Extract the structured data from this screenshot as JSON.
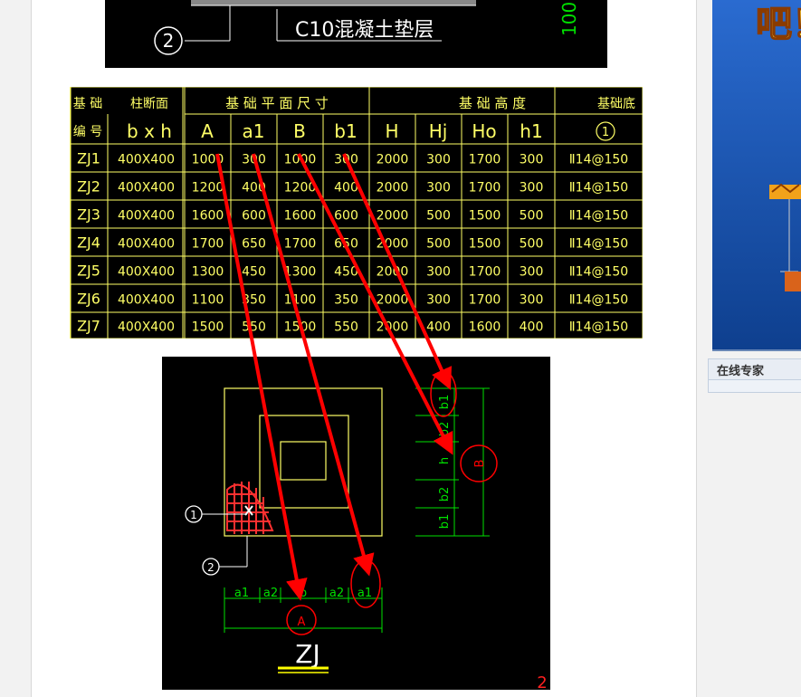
{
  "top_drawing": {
    "marker": "2",
    "label": "C10混凝土垫层",
    "dimension": "100"
  },
  "table": {
    "group_headers": {
      "foundation": "基 础",
      "column_section": "柱断面",
      "plan_size": "基 础 平 面 尺 寸",
      "height": "基 础 高 度",
      "bottom": "基础底"
    },
    "sub_headers": {
      "number": "编 号",
      "bxh": "b x h",
      "A": "A",
      "a1": "a1",
      "B": "B",
      "b1": "b1",
      "H": "H",
      "Hj": "Hj",
      "Ho": "Ho",
      "h1": "h1",
      "circle1": "1"
    },
    "rows": [
      [
        "ZJ1",
        "400X400",
        "1000",
        "300",
        "1000",
        "300",
        "2000",
        "300",
        "1700",
        "300",
        "Ⅱ14@150"
      ],
      [
        "ZJ2",
        "400X400",
        "1200",
        "400",
        "1200",
        "400",
        "2000",
        "300",
        "1700",
        "300",
        "Ⅱ14@150"
      ],
      [
        "ZJ3",
        "400X400",
        "1600",
        "600",
        "1600",
        "600",
        "2000",
        "500",
        "1500",
        "500",
        "Ⅱ14@150"
      ],
      [
        "ZJ4",
        "400X400",
        "1700",
        "650",
        "1700",
        "650",
        "2000",
        "500",
        "1500",
        "500",
        "Ⅱ14@150"
      ],
      [
        "ZJ5",
        "400X400",
        "1300",
        "450",
        "1300",
        "450",
        "2000",
        "300",
        "1700",
        "300",
        "Ⅱ14@150"
      ],
      [
        "ZJ6",
        "400X400",
        "1100",
        "350",
        "1100",
        "350",
        "2000",
        "300",
        "1700",
        "300",
        "Ⅱ14@150"
      ],
      [
        "ZJ7",
        "400X400",
        "1500",
        "550",
        "1500",
        "550",
        "2000",
        "400",
        "1600",
        "400",
        "Ⅱ14@150"
      ]
    ]
  },
  "plan_drawing": {
    "marker1": "1",
    "marker2": "2",
    "dims_bottom": [
      "a1",
      "a2",
      "b",
      "a2",
      "a1"
    ],
    "dims_right": [
      "b1",
      "b2",
      "h",
      "b2",
      "b1"
    ],
    "circle_A": "A",
    "circle_B": "B",
    "title": "ZJ",
    "corner_num": "2"
  },
  "sidebar": {
    "banner_text": "吧！",
    "expert_title": "在线专家"
  },
  "colors": {
    "cad_bg": "#000000",
    "cad_yellow": "#ffff66",
    "cad_white": "#ffffff",
    "cad_green": "#00e000",
    "annotation_red": "#ff0000",
    "banner_blue": "#1a4c9e"
  }
}
